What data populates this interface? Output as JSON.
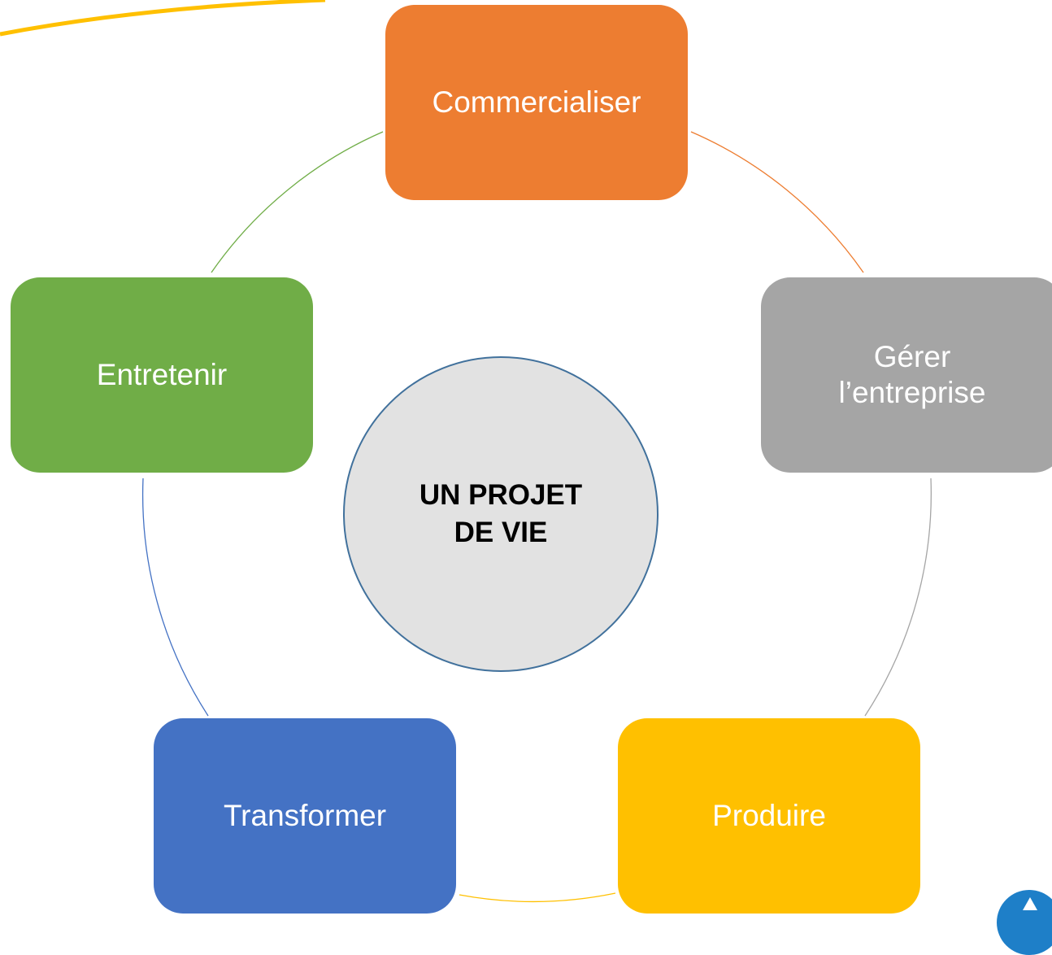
{
  "diagram": {
    "center": {
      "line1": "UN PROJET",
      "line2": "DE VIE"
    },
    "nodes": {
      "commercialiser": {
        "label": "Commercialiser",
        "color": "#ed7d31"
      },
      "gerer": {
        "line1": "Gérer",
        "line2": "l’entreprise",
        "color": "#a5a5a5"
      },
      "produire": {
        "label": "Produire",
        "color": "#ffc000"
      },
      "transformer": {
        "label": "Transformer",
        "color": "#4472c4"
      },
      "entretenir": {
        "label": "Entretenir",
        "color": "#70ad47"
      }
    },
    "center_fill": "#e2e2e2",
    "center_border": "#41719c",
    "accent_swoosh": "#ffc000"
  }
}
